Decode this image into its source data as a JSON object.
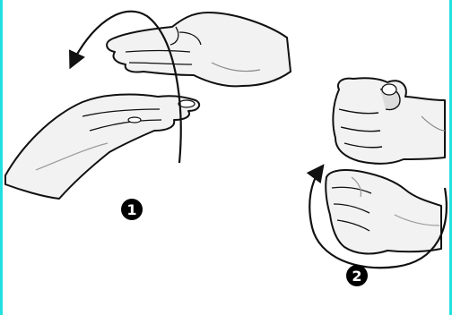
{
  "steps": [
    {
      "number": "1",
      "glyph": "❶"
    },
    {
      "number": "2",
      "glyph": "❷"
    }
  ],
  "colors": {
    "edge": "#22e0e0",
    "ink": "#111111",
    "skin": "#f2f2f2",
    "shade": "#c8c8c8",
    "badge_fill": "#000000",
    "badge_text": "#ffffff"
  }
}
